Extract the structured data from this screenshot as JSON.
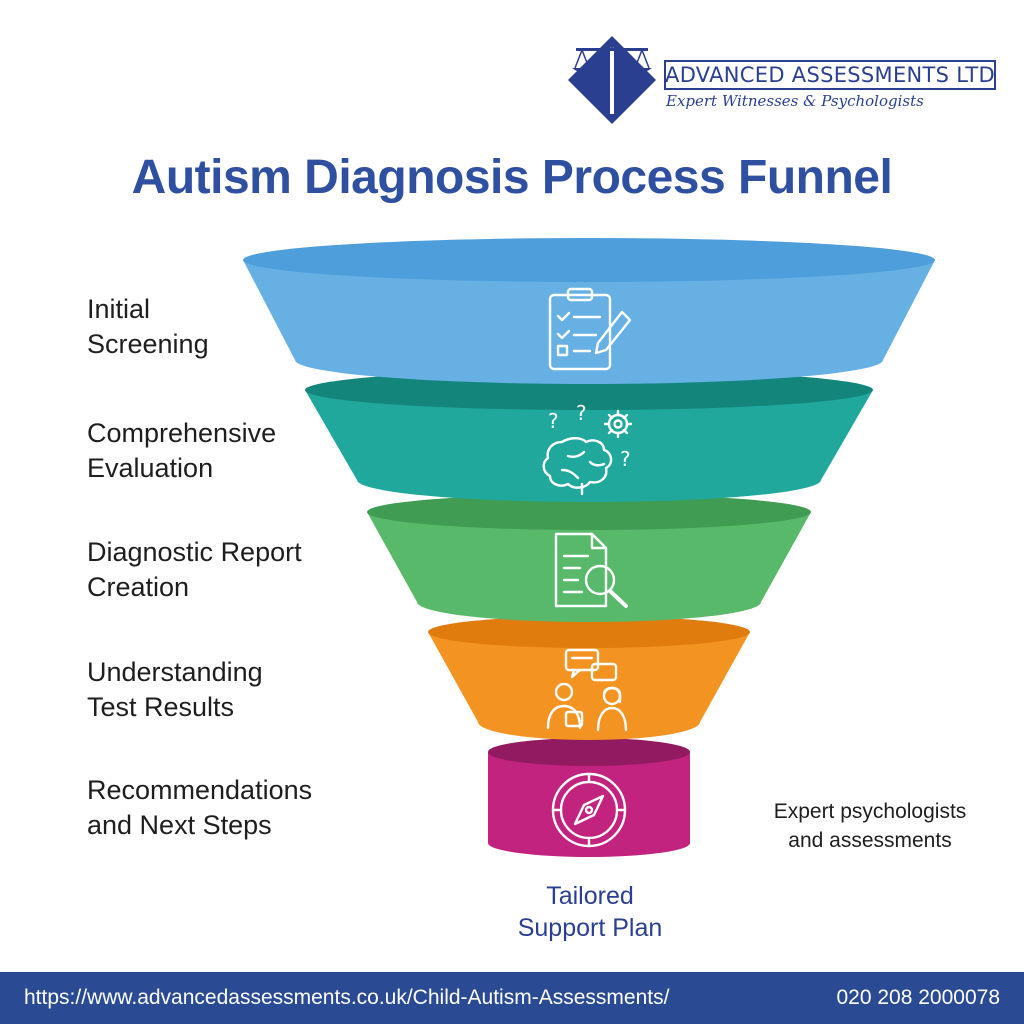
{
  "brand": {
    "name": "ADVANCED ASSESSMENTS LTD",
    "tagline": "Expert Witnesses & Psychologists"
  },
  "title": "Autism Diagnosis Process Funnel",
  "stages": [
    {
      "label": "Initial\nScreening",
      "icon": "clipboard-checklist-icon",
      "color": "#66b0e4",
      "rim": "#4e9edb"
    },
    {
      "label": "Comprehensive\nEvaluation",
      "icon": "brain-question-gear-icon",
      "color": "#1fa89b",
      "rim": "#14857b"
    },
    {
      "label": "Diagnostic Report\nCreation",
      "icon": "document-magnifier-icon",
      "color": "#58b96a",
      "rim": "#3f9c52"
    },
    {
      "label": "Understanding\nTest Results",
      "icon": "consultation-chat-icon",
      "color": "#f39321",
      "rim": "#e07b0e"
    },
    {
      "label": "Recommendations\nand Next Steps",
      "icon": "compass-icon",
      "color": "#c2237f",
      "rim": "#921a60"
    }
  ],
  "side_note": "Expert psychologists\nand assessments",
  "outcome": "Tailored\nSupport Plan",
  "footer": {
    "url": "https://www.advancedassessments.co.uk/Child-Autism-Assessments/",
    "phone": "020 208 2000078"
  },
  "colors": {
    "brand_blue": "#2a3f90",
    "title_blue": "#2f4fa0",
    "footer_bg": "#2b4a94"
  }
}
